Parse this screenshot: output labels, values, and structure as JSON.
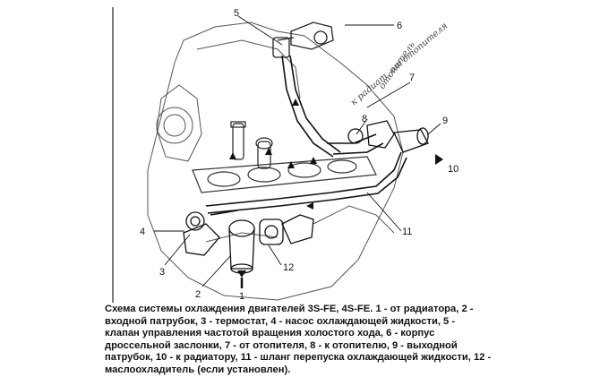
{
  "callouts": {
    "n1": "1",
    "n2": "2",
    "n3": "3",
    "n4": "4",
    "n5": "5",
    "n6": "6",
    "n7": "7",
    "n8": "8",
    "n9": "9",
    "n10": "10",
    "n11": "11",
    "n12": "12"
  },
  "handwriting": {
    "line1": "к радиат. от отопителя",
    "line2": "отопитель"
  },
  "caption": "Схема системы охлаждения двигателей 3S-FE, 4S-FE. 1 - от радиатора, 2 - входной патрубок, 3 - термостат, 4 - насос охлаждающей жидкости, 5 - клапан управления частотой вращения холостого хода, 6 - корпус дроссельной заслонки, 7 - от отопителя, 8 - к отопителю, 9 - выходной патрубок, 10 - к радиатору, 11 - шланг перепуска охлаждающей жидкости, 12 - маслоохладитель (если установлен)."
}
